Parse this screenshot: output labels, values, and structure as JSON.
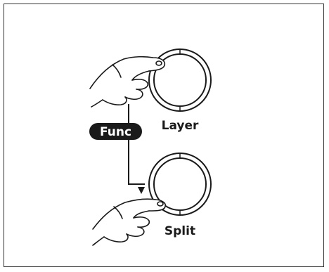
{
  "buttons": {
    "layer_label": "Layer",
    "split_label": "Split",
    "func_label": "Func"
  },
  "colors": {
    "outline": "#1a1a1a",
    "frame": "#333333",
    "badge_fill": "#1a1a1a",
    "badge_text": "#ffffff",
    "background": "#ffffff"
  },
  "icons": {
    "top_hand": "hand-pressing-icon",
    "bottom_hand": "hand-pressing-icon",
    "connector_arrow": "arrow-down-icon"
  }
}
